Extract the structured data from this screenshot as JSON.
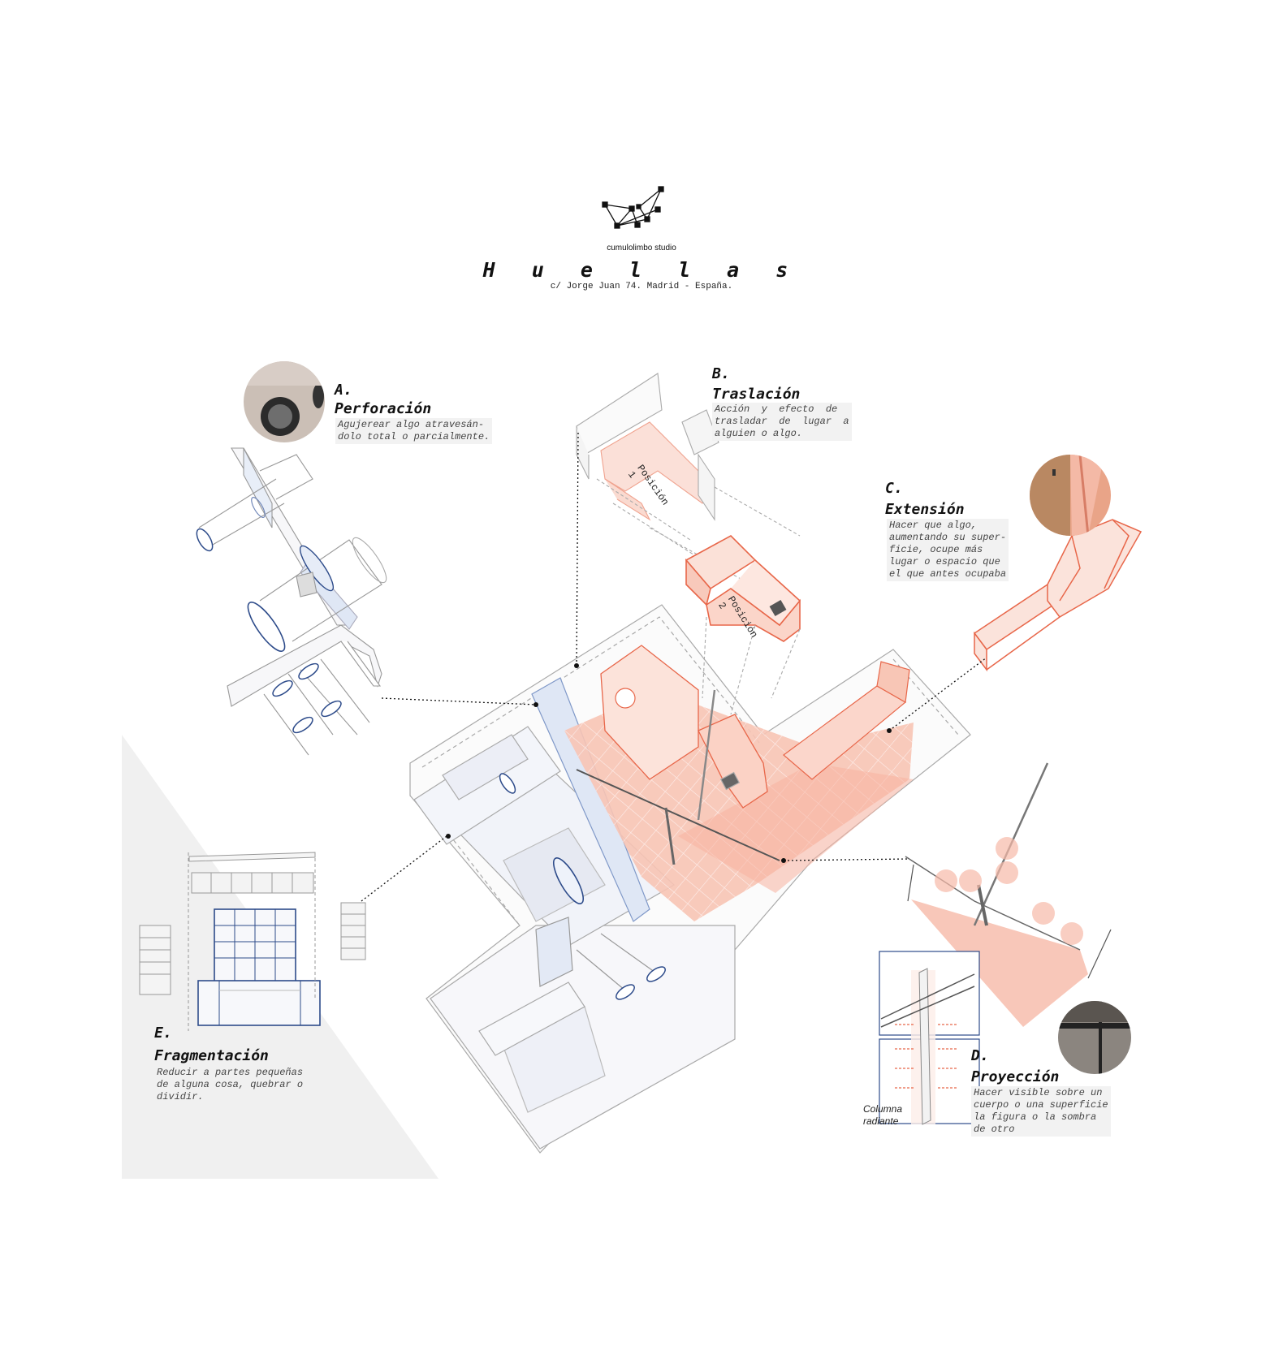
{
  "header": {
    "studio": "cumulolimbo studio",
    "title": "H u e l l a s",
    "address": "c/ Jorge Juan 74. Madrid - España."
  },
  "sections": {
    "a": {
      "letter": "A.",
      "title": "Perforación",
      "description": "Agujerear algo atravesán-\ndolo total o parcialmente."
    },
    "b": {
      "letter": "B.",
      "title": "Traslación",
      "description": "Acción  y  efecto  de\ntrasladar  de  lugar  a\nalguien o algo."
    },
    "c": {
      "letter": "C.",
      "title": "Extensión",
      "description": "Hacer que algo,\naumentando su super-\nficie, ocupe más\nlugar o espacio que\nel que antes ocupaba"
    },
    "d": {
      "letter": "D.",
      "title": "Proyección",
      "description": "Hacer visible sobre un\ncuerpo o una superficie\nla figura o la sombra\nde otro"
    },
    "e": {
      "letter": "E.",
      "title": "Fragmentación",
      "description": "Reducir a partes pequeñas\nde alguna cosa, quebrar o\ndividir."
    }
  },
  "labels": {
    "posicion_1": "Posición\n1",
    "posicion_2": "Posición\n2",
    "columna": "Columna\nradiante"
  },
  "colors": {
    "accent_red": "#e8674a",
    "fill_pink": "#f6b9a8",
    "blue": "#2d4b8a",
    "light_blue": "#c9d6ec",
    "grey_bg": "#f0f0f0",
    "line": "#9a9a9a"
  },
  "icons": [
    "constellation-logo"
  ]
}
